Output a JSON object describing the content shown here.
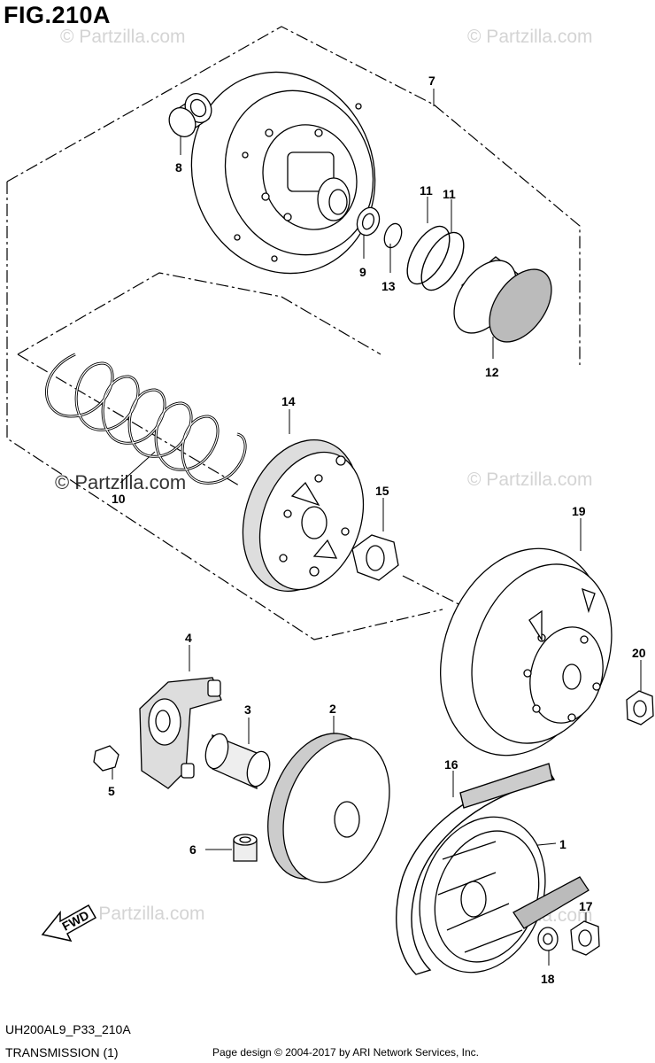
{
  "figure": {
    "title": "FIG.210A",
    "model_code": "UH200AL9_P33_210A",
    "subtitle": "TRANSMISSION (1)",
    "credit": "Page design © 2004-2017 by ARI Network Services, Inc."
  },
  "watermark": "© Partzilla.com",
  "direction_label": "FWD",
  "callouts": [
    "7",
    "8",
    "11",
    "11",
    "9",
    "13",
    "12",
    "14",
    "10",
    "15",
    "19",
    "4",
    "20",
    "3",
    "2",
    "5",
    "16",
    "1",
    "6",
    "17",
    "18"
  ]
}
